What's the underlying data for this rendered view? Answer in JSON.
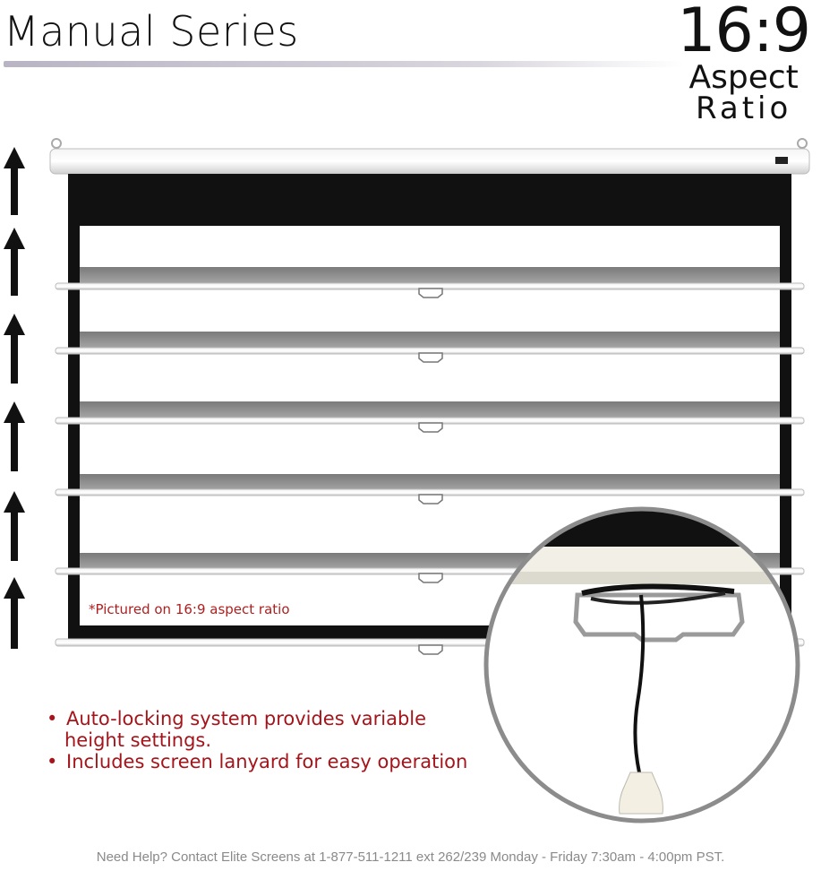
{
  "header": {
    "title": "Manual Series",
    "aspect_big": "16:9",
    "aspect_line1": "Aspect",
    "aspect_line2": "Ratio"
  },
  "screen": {
    "caption": "*Pictured on 16:9 aspect ratio",
    "positions": 6
  },
  "features": [
    {
      "bullet": "•",
      "line1": "Auto-locking system provides variable",
      "line2": "height settings."
    },
    {
      "bullet": "•",
      "line1": "Includes screen lanyard for easy operation"
    }
  ],
  "footer": {
    "help_text": "Need Help? Contact Elite Screens at 1-877-511-1211 ext 262/239 Monday - Friday 7:30am - 4:00pm PST."
  },
  "colors": {
    "accent_red": "#a5141a",
    "screen_black": "#111111",
    "bar_gray": "#8e8e8e",
    "footer_gray": "#8a8a8a"
  },
  "icons": [
    "up-arrow-icon",
    "pull-handle-icon",
    "lanyard-pull-icon"
  ]
}
